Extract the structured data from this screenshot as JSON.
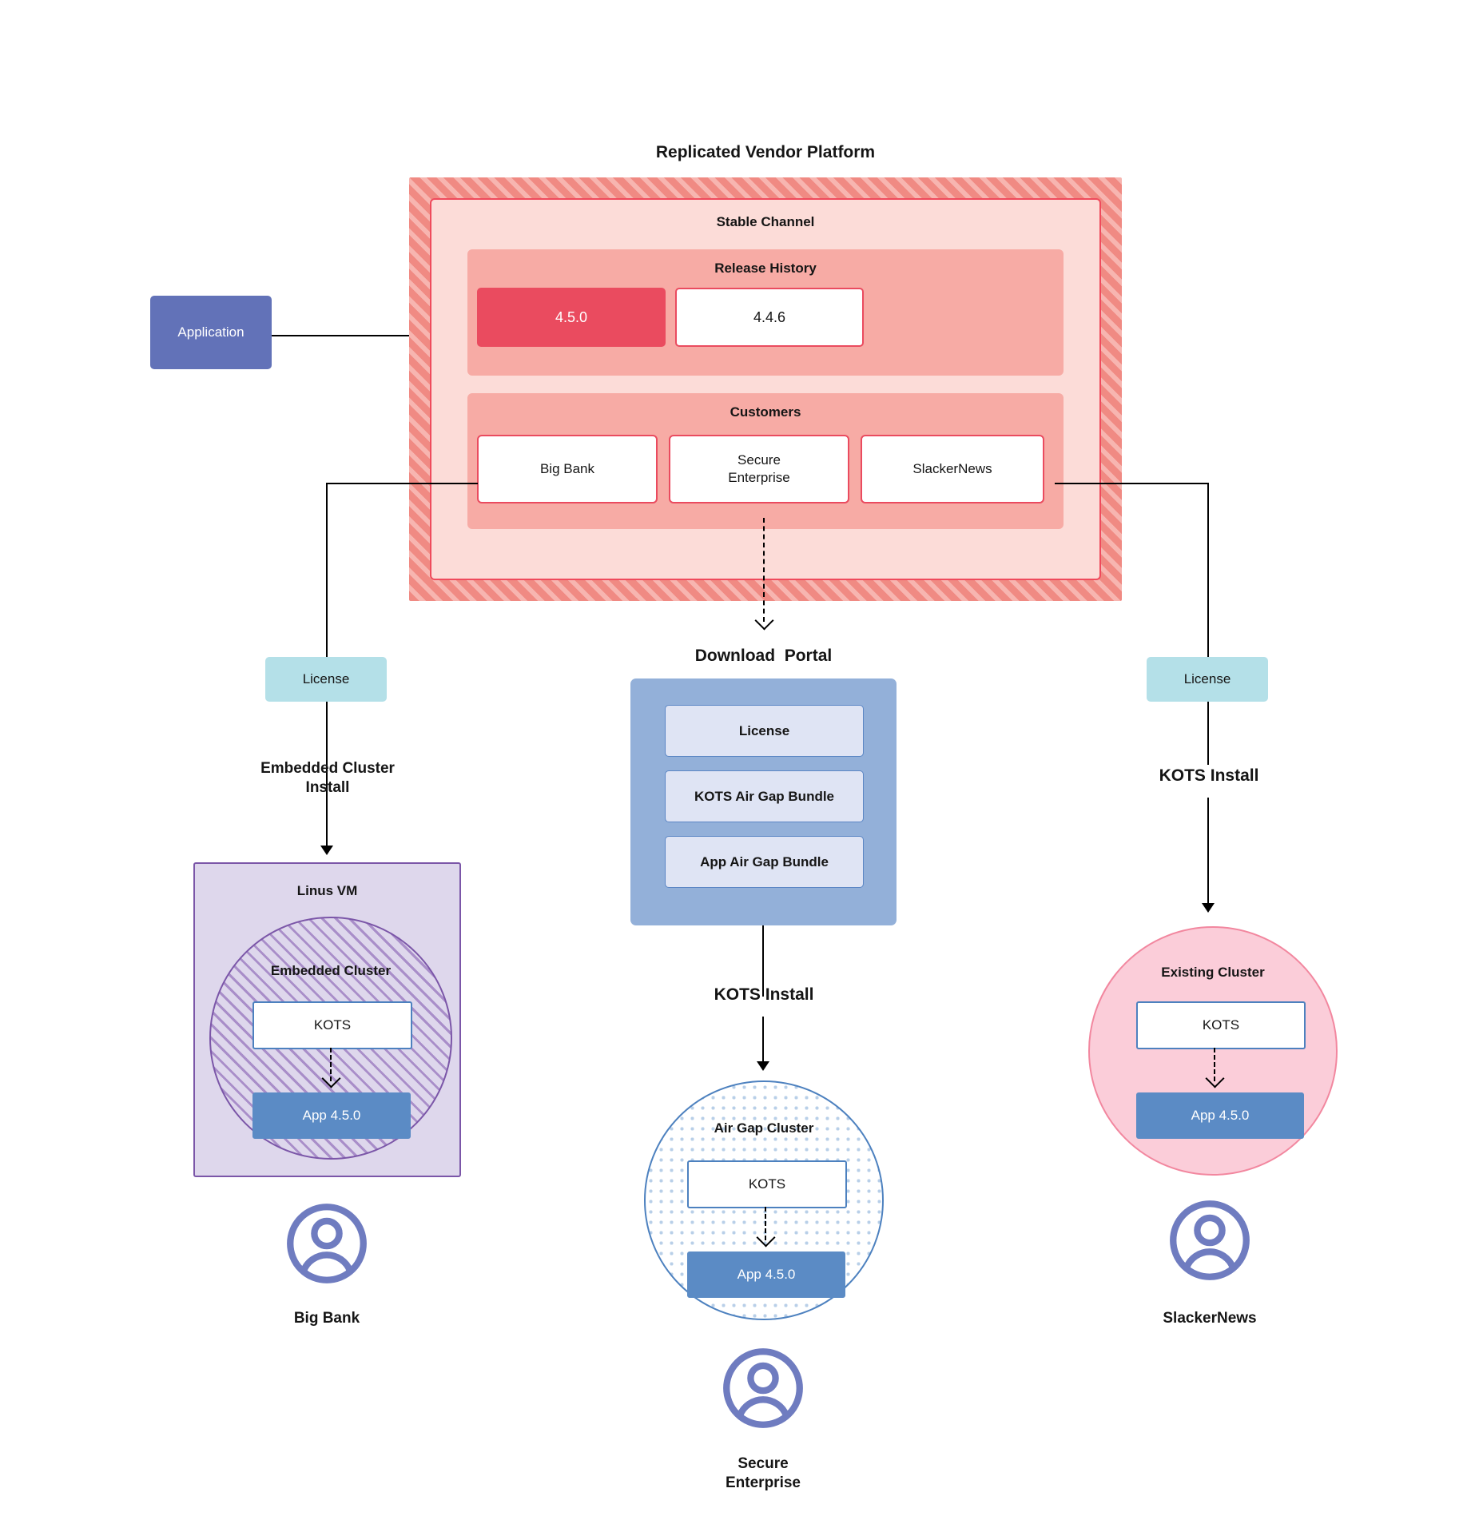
{
  "diagram": {
    "title": "Replicated Vendor Platform"
  },
  "application": {
    "label": "Application"
  },
  "vendor_platform": {
    "title": "Replicated Vendor Platform",
    "stable_channel": {
      "heading": "Stable Channel",
      "release_history": {
        "heading": "Release History",
        "releases": [
          {
            "version": "4.5.0",
            "state": "current"
          },
          {
            "version": "4.4.6",
            "state": "past"
          }
        ]
      },
      "customers": {
        "heading": "Customers",
        "items": [
          {
            "name": "Big Bank"
          },
          {
            "name": "Secure\nEnterprise"
          },
          {
            "name": "SlackerNews"
          }
        ]
      }
    }
  },
  "left_branch": {
    "license_label": "License",
    "install_label": "Embedded Cluster\nInstall",
    "vm": {
      "title": "Linus VM",
      "cluster_title": "Embedded Cluster",
      "kots_label": "KOTS",
      "app_label": "App 4.5.0"
    },
    "customer_name": "Big Bank",
    "avatar_icon": "user-avatar-icon"
  },
  "center_branch": {
    "portal_title": "Download  Portal",
    "portal_items": [
      {
        "label": "License"
      },
      {
        "label": "KOTS Air Gap Bundle"
      },
      {
        "label": "App Air Gap Bundle"
      }
    ],
    "install_label": "KOTS Install",
    "cluster": {
      "title": "Air Gap Cluster",
      "kots_label": "KOTS",
      "app_label": "App 4.5.0"
    },
    "customer_name": "Secure\nEnterprise",
    "avatar_icon": "user-avatar-icon"
  },
  "right_branch": {
    "license_label": "License",
    "install_label": "KOTS Install",
    "cluster": {
      "title": "Existing Cluster",
      "kots_label": "KOTS",
      "app_label": "App 4.5.0"
    },
    "customer_name": "SlackerNews",
    "avatar_icon": "user-avatar-icon"
  },
  "colors": {
    "platform_hatch": "#f08a83",
    "channel_bg": "#fcdcd8",
    "panel_bg": "#f7aba5",
    "accent_red": "#ea4b5f",
    "application_blue": "#6272b8",
    "license_cyan": "#b4e0e8",
    "portal_blue": "#93b0d9",
    "portal_item_bg": "#dfe4f4",
    "vm_purple": "#ded7ec",
    "vm_border": "#7b56a8",
    "cluster_blue": "#4d81bf",
    "app_blue": "#5b8bc5",
    "existing_pink": "#fbcdd9"
  }
}
